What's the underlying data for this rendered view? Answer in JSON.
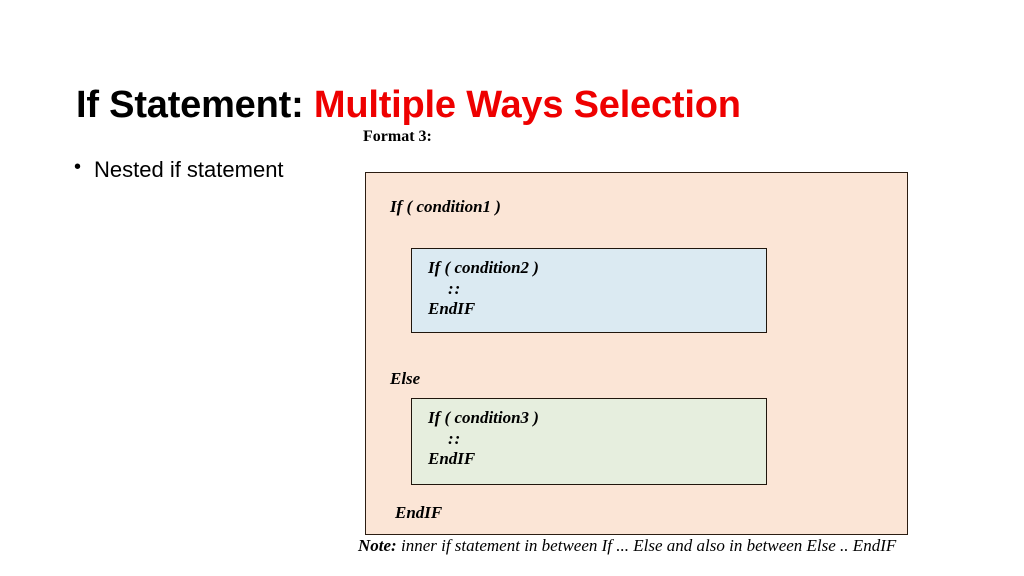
{
  "slide": {
    "title": {
      "main": "If Statement: ",
      "accent": "Multiple Ways Selection",
      "accent_color": "#ee0000",
      "main_color": "#000000"
    },
    "bullets": [
      {
        "label": "Nested if statement"
      }
    ],
    "format_caption": "Format 3:",
    "diagram": {
      "outer_box": {
        "fill_color": "#fbe5d6",
        "border_color": "#2b1d12",
        "line_if": "If ( condition1 )",
        "line_else": "Else",
        "line_endif": "EndIF"
      },
      "nested_if_box": {
        "fill_color": "#dbeaf2",
        "border_color": "#20160d",
        "line_1": "If ( condition2 )",
        "line_2": "::",
        "line_3": "EndIF"
      },
      "nested_else_box": {
        "fill_color": "#e6eede",
        "border_color": "#20160d",
        "line_1": "If ( condition3 )",
        "line_2": "::",
        "line_3": "EndIF"
      }
    },
    "note": {
      "label": "Note:",
      "body": " inner if statement in between If ... Else and also in between  Else .. EndIF"
    }
  }
}
